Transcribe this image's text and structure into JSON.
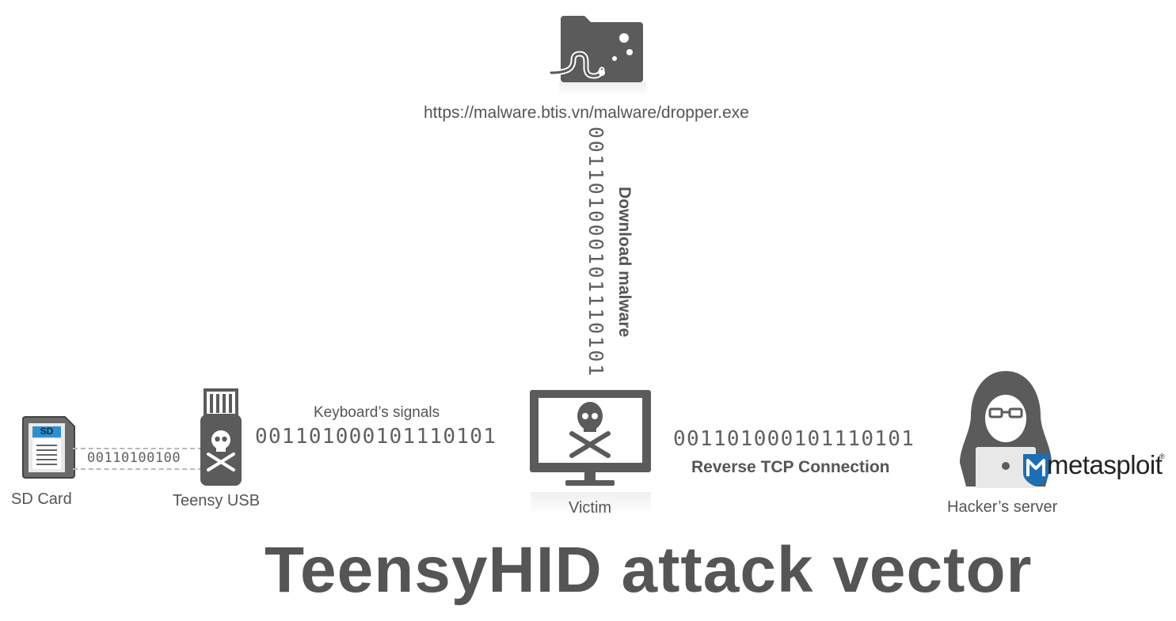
{
  "url_label": "https://malware.btis.vn/malware/dropper.exe",
  "download": {
    "label": "Download malware",
    "binary": "001101000101110101"
  },
  "nodes": {
    "sd_card": {
      "label": "SD Card",
      "chip_text": "SD"
    },
    "teensy": {
      "label": "Teensy USB"
    },
    "victim": {
      "label": "Victim"
    },
    "hacker": {
      "label": "Hacker’s server"
    }
  },
  "links": {
    "sd_to_teensy": {
      "binary": "00110100100"
    },
    "keyboard": {
      "label": "Keyboard’s signals",
      "binary": "001101000101110101"
    },
    "reverse": {
      "label": "Reverse TCP Connection",
      "binary": "001101000101110101"
    }
  },
  "brand": {
    "name": "metasploit",
    "mark": "M",
    "registered": "®"
  },
  "title": "TeensyHID attack vector",
  "colors": {
    "icon": "#5b5b5b",
    "sd_blue": "#2e8fd0",
    "metasploit_blue": "#1a6fb5"
  }
}
